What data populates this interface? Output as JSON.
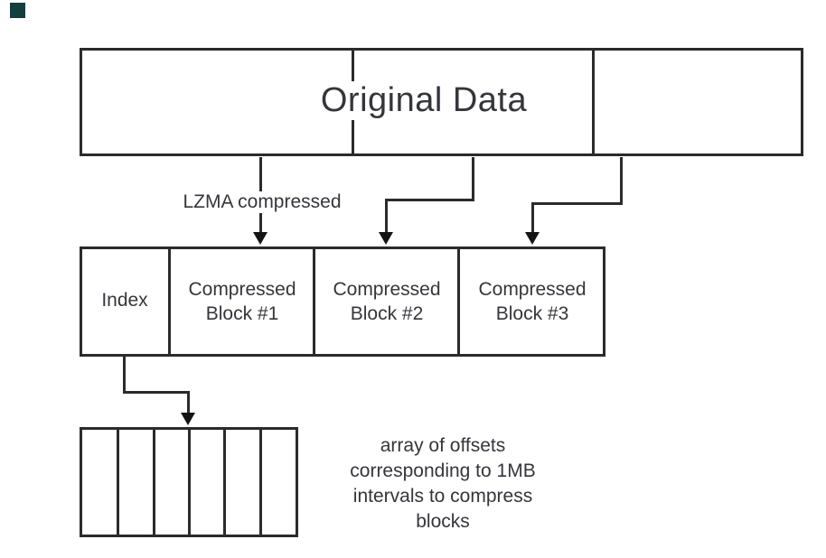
{
  "diagram": {
    "title": "Original Data",
    "lzma_label": "LZMA compressed",
    "row": {
      "index_label": "Index",
      "blocks": [
        {
          "line1": "Compressed",
          "line2": "Block #1"
        },
        {
          "line1": "Compressed",
          "line2": "Block #2"
        },
        {
          "line1": "Compressed",
          "line2": "Block #3"
        }
      ]
    },
    "offsets_note": [
      "array of offsets",
      "corresponding to 1MB",
      "intervals to compress",
      "blocks"
    ],
    "array_cell_count": 6,
    "colors": {
      "line": "#2b2b2b",
      "arrow": "#141414",
      "text": "#35363c",
      "background": "#ffffff",
      "artifact_square": "#143d3d"
    }
  }
}
